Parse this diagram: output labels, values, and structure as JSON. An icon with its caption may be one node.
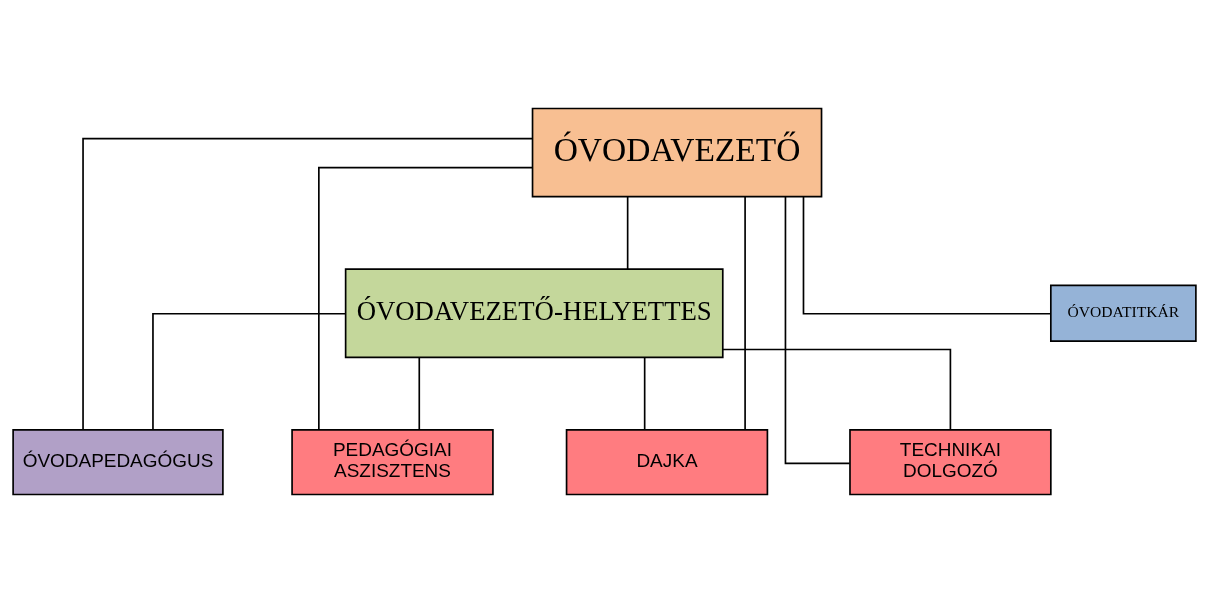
{
  "diagram": {
    "nodes": [
      {
        "text": [
          "ÓVODAVEZETŐ"
        ]
      },
      {
        "text": [
          "ÓVODAVEZETŐ-HELYETTES"
        ]
      },
      {
        "text": [
          "ÓVODATITKÁR"
        ]
      },
      {
        "text": [
          "ÓVODAPEDAGÓGUS"
        ]
      },
      {
        "text": [
          "PEDAGÓGIAI ASZISZTENS"
        ]
      },
      {
        "text": [
          "DAJKA"
        ]
      },
      {
        "text": [
          "TECHNIKAI DOLGOZÓ"
        ]
      }
    ],
    "edges": [
      {
        "from": 0,
        "to": 1,
        "arrow": "none"
      },
      {
        "from": 0,
        "to": 2,
        "arrow": "none"
      },
      {
        "from": 0,
        "to": 3,
        "arrow": "none"
      },
      {
        "from": 0,
        "to": 4,
        "arrow": "none"
      },
      {
        "from": 0,
        "to": 5,
        "arrow": "none"
      },
      {
        "from": 0,
        "to": 6,
        "arrow": "none"
      },
      {
        "from": 1,
        "to": 3,
        "arrow": "none"
      },
      {
        "from": 1,
        "to": 4,
        "arrow": "none"
      },
      {
        "from": 1,
        "to": 5,
        "arrow": "none"
      },
      {
        "from": 1,
        "to": 6,
        "arrow": "none"
      }
    ]
  }
}
